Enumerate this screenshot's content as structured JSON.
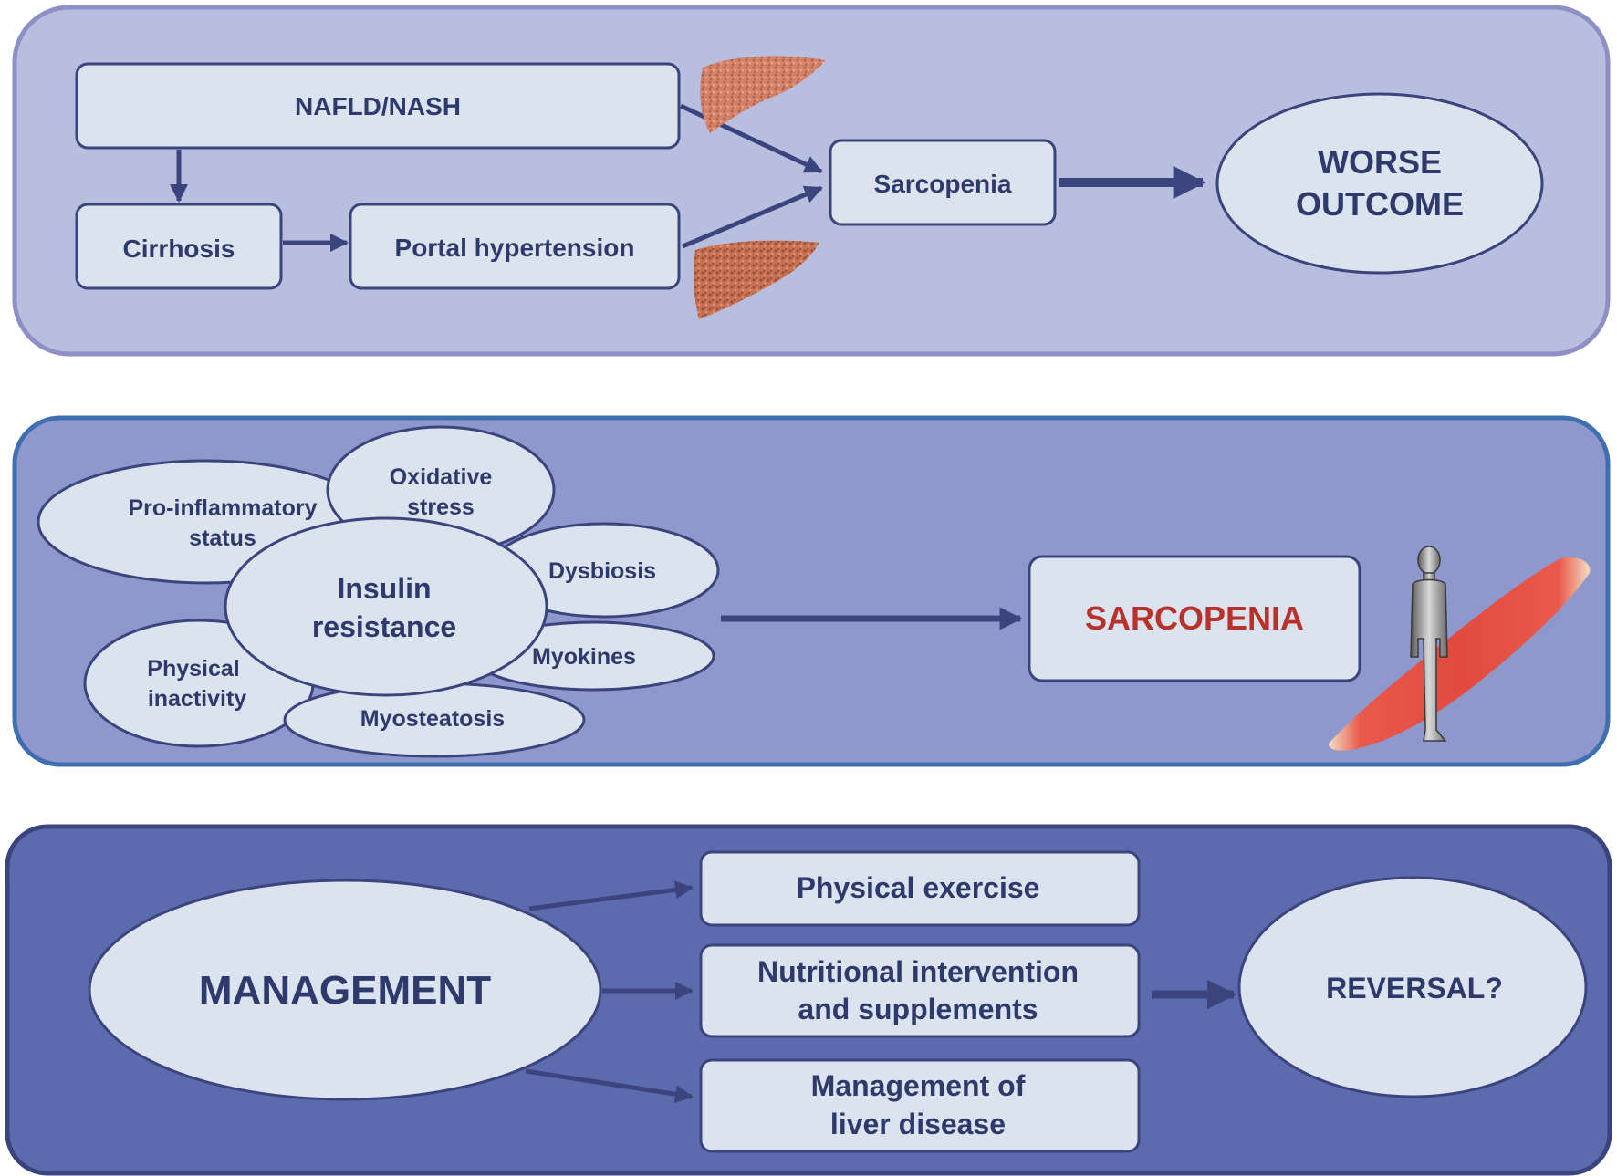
{
  "panel1": {
    "nafld_nash": "NAFLD/NASH",
    "cirrhosis": "Cirrhosis",
    "portal_hypertension": "Portal hypertension",
    "sarcopenia": "Sarcopenia",
    "worse_outcome_line1": "WORSE",
    "worse_outcome_line2": "OUTCOME"
  },
  "panel2": {
    "pro_inflammatory_line1": "Pro-inflammatory",
    "pro_inflammatory_line2": "status",
    "oxidative_line1": "Oxidative",
    "oxidative_line2": "stress",
    "dysbiosis": "Dysbiosis",
    "insulin_line1": "Insulin",
    "insulin_line2": "resistance",
    "myokines": "Myokines",
    "physical_inactivity_line1": "Physical",
    "physical_inactivity_line2": "inactivity",
    "myosteatosis": "Myosteatosis",
    "sarcopenia_caps": "SARCOPENIA"
  },
  "panel3": {
    "management": "MANAGEMENT",
    "physical_exercise": "Physical exercise",
    "nutritional_line1": "Nutritional intervention",
    "nutritional_line2": "and supplements",
    "liver_mgmt_line1": "Management of",
    "liver_mgmt_line2": "liver disease",
    "reversal": "REVERSAL?"
  },
  "colors": {
    "panel1_fill": "#b7bede",
    "panel1_stroke": "#8f8fc6",
    "panel2_fill": "#8e98cc",
    "panel2_stroke": "#3f6fb0",
    "panel3_fill": "#5c6aae",
    "panel3_stroke": "#3c447e",
    "node_fill": "#dbe3ef",
    "node_stroke": "#3c447e",
    "text": "#2f3a6c",
    "accent_red": "#b8322c"
  },
  "icons": [
    "liver-icon",
    "human-figure-icon",
    "muscle-icon"
  ]
}
